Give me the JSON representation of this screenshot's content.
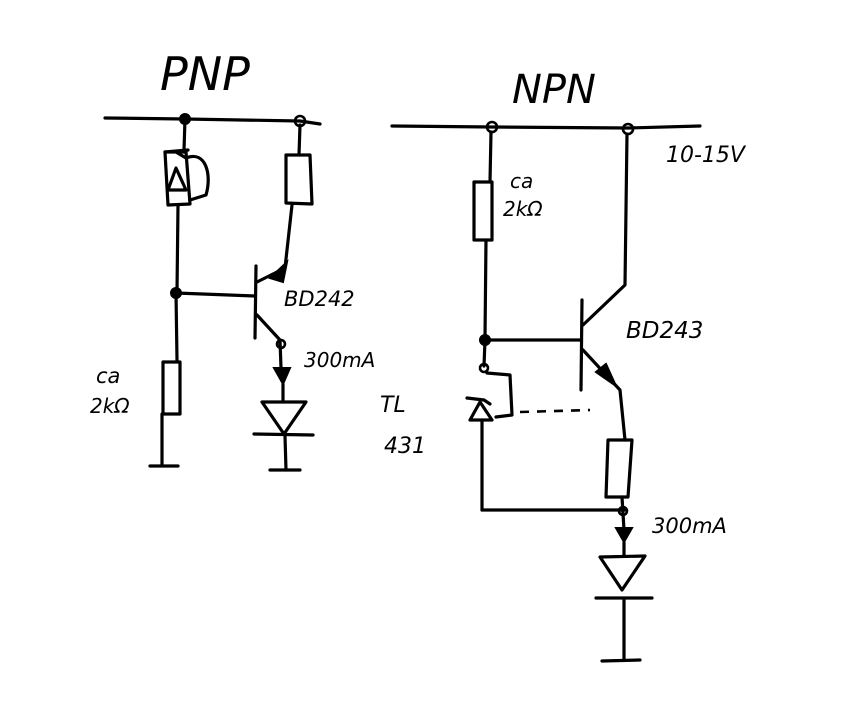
{
  "pnp": {
    "title": "PNP",
    "transistor": "BD242",
    "current": "300mA",
    "resistor_prefix": "ca",
    "resistor_value": "2kΩ"
  },
  "npn": {
    "title": "NPN",
    "supply": "10-15V",
    "resistor_prefix": "ca",
    "resistor_value": "2kΩ",
    "transistor": "BD243",
    "regulator_line1": "TL",
    "regulator_line2": "431",
    "current": "300mA"
  }
}
